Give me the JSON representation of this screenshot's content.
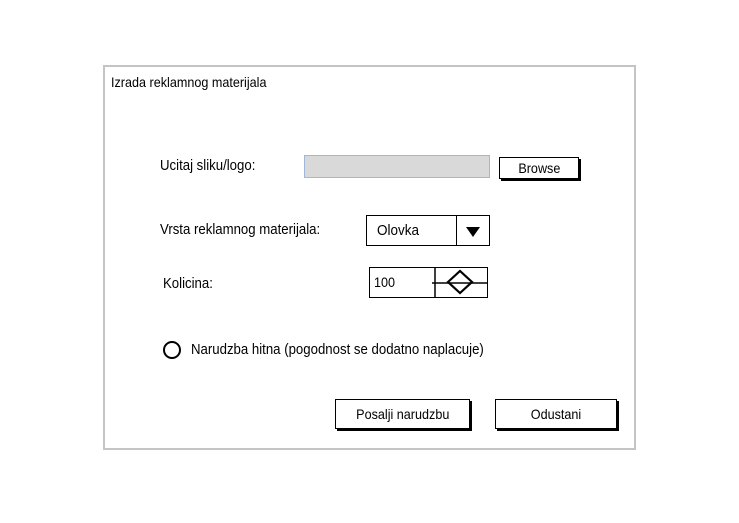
{
  "dialog": {
    "title": "Izrada reklamnog materijala"
  },
  "upload": {
    "label": "Ucitaj sliku/logo:",
    "value": "",
    "browse_label": "Browse"
  },
  "material_type": {
    "label": "Vrsta reklamnog materijala:",
    "selected": "Olovka"
  },
  "quantity": {
    "label": "Kolicina:",
    "value": "100"
  },
  "urgent": {
    "label": "Narudzba hitna (pogodnost se dodatno naplacuje)",
    "checked": false
  },
  "actions": {
    "submit_label": "Posalji narudzbu",
    "cancel_label": "Odustani"
  },
  "icons": {
    "dropdown": "triangle-down-icon",
    "stepper": "up-down-stepper-icon"
  }
}
